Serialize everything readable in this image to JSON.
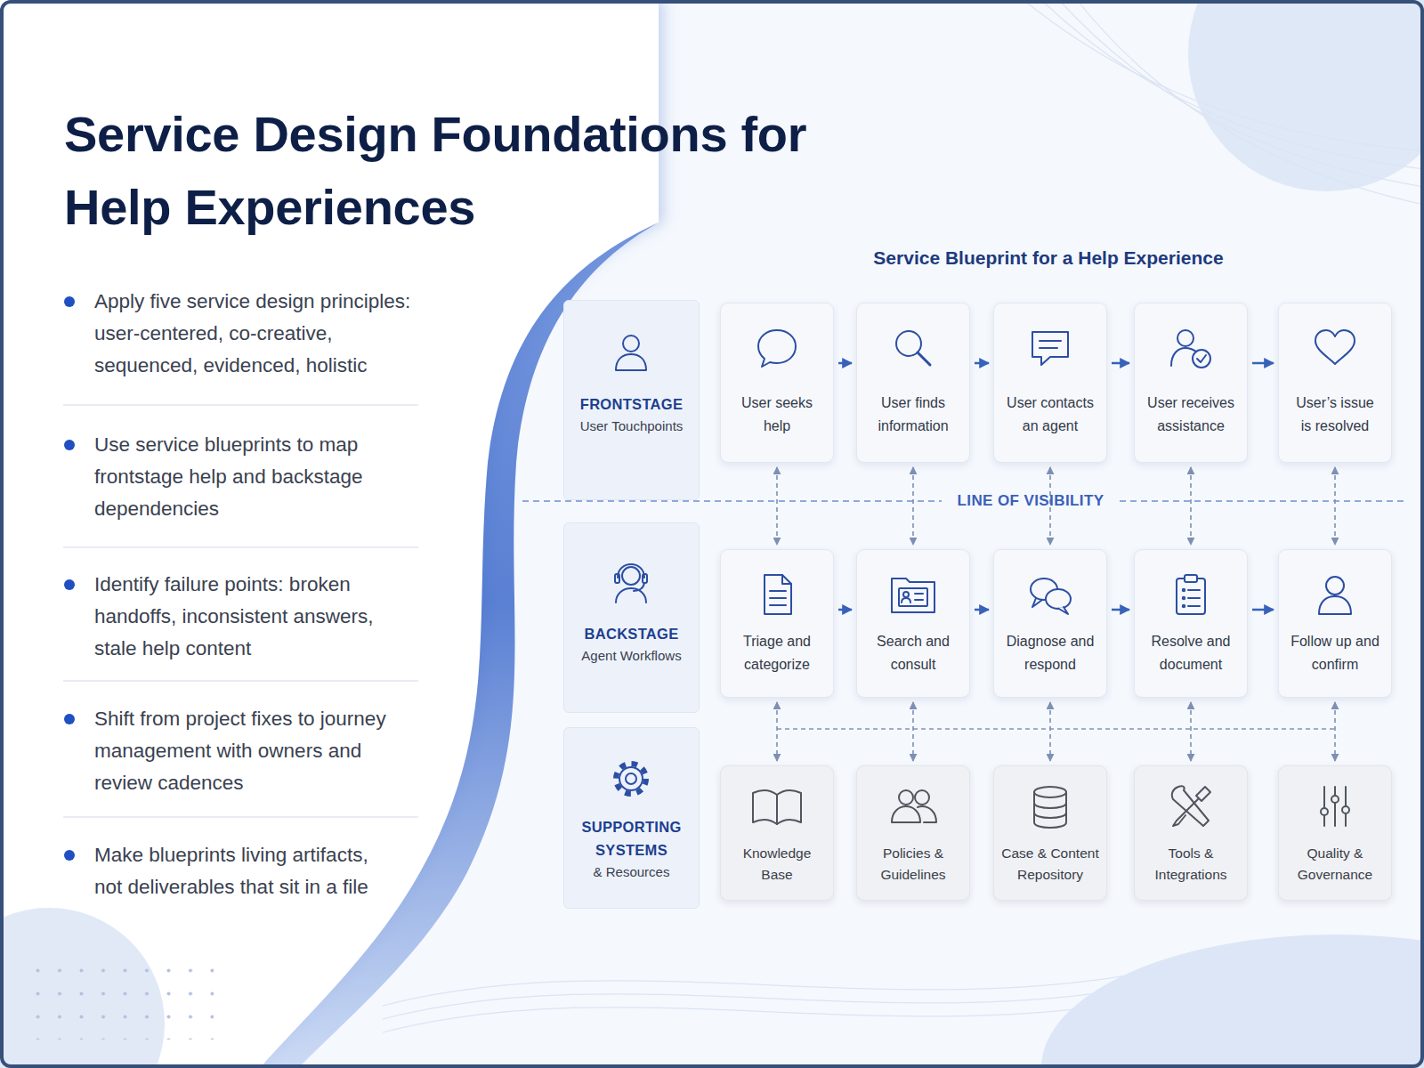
{
  "diagram": {
    "title": "Service Design Foundations for Help Experiences",
    "nodes": [
      {
        "text": [
          "FRONTSTAGE",
          "User Touchpoints"
        ]
      },
      {
        "text": [
          "User seeks help"
        ]
      },
      {
        "text": [
          "User finds information"
        ]
      },
      {
        "text": [
          "User contacts an agent"
        ]
      },
      {
        "text": [
          "User receives assistance"
        ]
      },
      {
        "text": [
          "User’s issue is resolved"
        ]
      },
      {
        "text": [
          "BACKSTAGE",
          "Agent Workflows"
        ]
      },
      {
        "text": [
          "Triage and categorize"
        ]
      },
      {
        "text": [
          "Search and consult"
        ]
      },
      {
        "text": [
          "Diagnose and respond"
        ]
      },
      {
        "text": [
          "Resolve and document"
        ]
      },
      {
        "text": [
          "Follow up and confirm"
        ]
      },
      {
        "text": [
          "SUPPORTING SYSTEMS",
          "& Resources"
        ]
      },
      {
        "text": [
          "Knowledge Base"
        ]
      },
      {
        "text": [
          "Policies & Guidelines"
        ]
      },
      {
        "text": [
          "Case & Content Repository"
        ]
      },
      {
        "text": [
          "Tools & Integrations"
        ]
      },
      {
        "text": [
          "Quality & Governance"
        ]
      }
    ],
    "edges": [
      {
        "from": 1,
        "to": 2,
        "arrow": "to"
      },
      {
        "from": 2,
        "to": 3,
        "arrow": "to"
      },
      {
        "from": 3,
        "to": 4,
        "arrow": "to"
      },
      {
        "from": 4,
        "to": 5,
        "arrow": "to"
      },
      {
        "from": 1,
        "to": 7,
        "arrow": "both"
      },
      {
        "from": 2,
        "to": 8,
        "arrow": "both"
      },
      {
        "from": 3,
        "to": 9,
        "arrow": "both"
      },
      {
        "from": 4,
        "to": 10,
        "arrow": "both"
      },
      {
        "from": 5,
        "to": 11,
        "arrow": "both"
      },
      {
        "from": 7,
        "to": 8,
        "arrow": "to"
      },
      {
        "from": 8,
        "to": 9,
        "arrow": "to"
      },
      {
        "from": 9,
        "to": 10,
        "arrow": "to"
      },
      {
        "from": 10,
        "to": 11,
        "arrow": "to"
      },
      {
        "from": 7,
        "to": 13,
        "arrow": "both"
      },
      {
        "from": 8,
        "to": 14,
        "arrow": "both"
      },
      {
        "from": 9,
        "to": 15,
        "arrow": "both"
      },
      {
        "from": 10,
        "to": 16,
        "arrow": "both"
      },
      {
        "from": 11,
        "to": 17,
        "arrow": "both"
      }
    ],
    "labels": [
      "Service Blueprint for a Help Experience",
      "Apply five service design principles: user-centered, co-creative, sequenced, evidenced, holistic",
      "Use service blueprints to map frontstage help and backstage dependencies",
      "Identify failure points: broken handoffs, inconsistent answers, stale help content",
      "Shift from project fixes to journey management with owners and review cadences",
      "Make blueprints living artifacts, not deliverables that sit in a file",
      "LINE OF VISIBILITY"
    ]
  }
}
